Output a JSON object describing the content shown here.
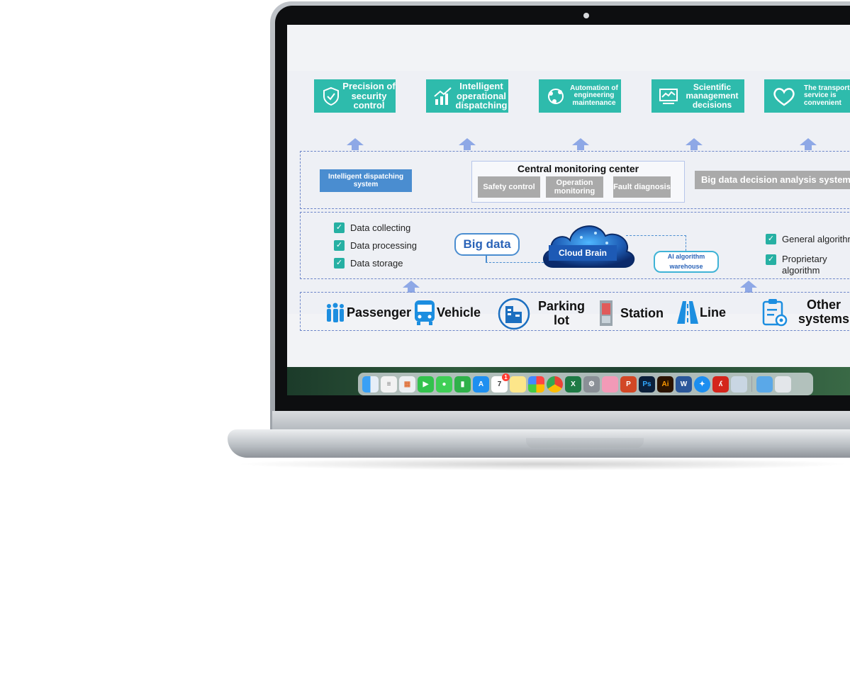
{
  "goals": [
    {
      "label": "Precision of security control",
      "icon": "shield-check-icon"
    },
    {
      "label": "Intelligent operational dispatching",
      "icon": "bar-chart-icon"
    },
    {
      "label": "Automation of engineering maintenance",
      "icon": "network-nodes-icon"
    },
    {
      "label": "Scientific management decisions",
      "icon": "monitor-chart-icon"
    },
    {
      "label": "The transport service is convenient",
      "icon": "heart-hand-icon"
    }
  ],
  "management": {
    "dispatch_system": "Intelligent dispatching system",
    "monitor_title": "Central monitoring center",
    "monitor_items": [
      "Safety control",
      "Operation monitoring",
      "Fault diagnosis"
    ],
    "big_data_system": "Big data decision analysis system"
  },
  "core": {
    "left_checks": [
      "Data collecting",
      "Data processing",
      "Data storage"
    ],
    "big_data_label": "Big data",
    "cloud_label": "Cloud Brain",
    "ai_label": "AI algorithm warehouse",
    "right_checks": [
      "General algorithm",
      "Proprietary algorithm"
    ]
  },
  "sources": [
    {
      "label": "Passenger",
      "icon": "people-icon"
    },
    {
      "label": "Vehicle",
      "icon": "bus-icon"
    },
    {
      "label": "Parking lot",
      "icon": "building-icon"
    },
    {
      "label": "Station",
      "icon": "station-icon"
    },
    {
      "label": "Line",
      "icon": "road-icon"
    },
    {
      "label": "Other systems",
      "icon": "clipboard-gear-icon"
    }
  ],
  "dock": {
    "calendar_day": "7",
    "badge": "1",
    "apps": [
      "finder-icon",
      "launchpad-list-icon",
      "launchpad-grid-icon",
      "facetime-icon",
      "messages-icon",
      "numbers-icon",
      "app-store-icon",
      "calendar-icon",
      "notes-icon",
      "photos-icon",
      "chrome-icon",
      "excel-icon",
      "settings-icon",
      "cleaner-icon",
      "powerpoint-icon",
      "photoshop-icon",
      "illustrator-icon",
      "word-icon",
      "safari-icon",
      "acrobat-icon",
      "preview-icon",
      "folder-icon",
      "trash-icon"
    ]
  },
  "colors": {
    "teal": "#2ebbac",
    "arrow": "#8ea8e6",
    "blue": "#4a8dd0",
    "gray": "#aaaaaa"
  }
}
